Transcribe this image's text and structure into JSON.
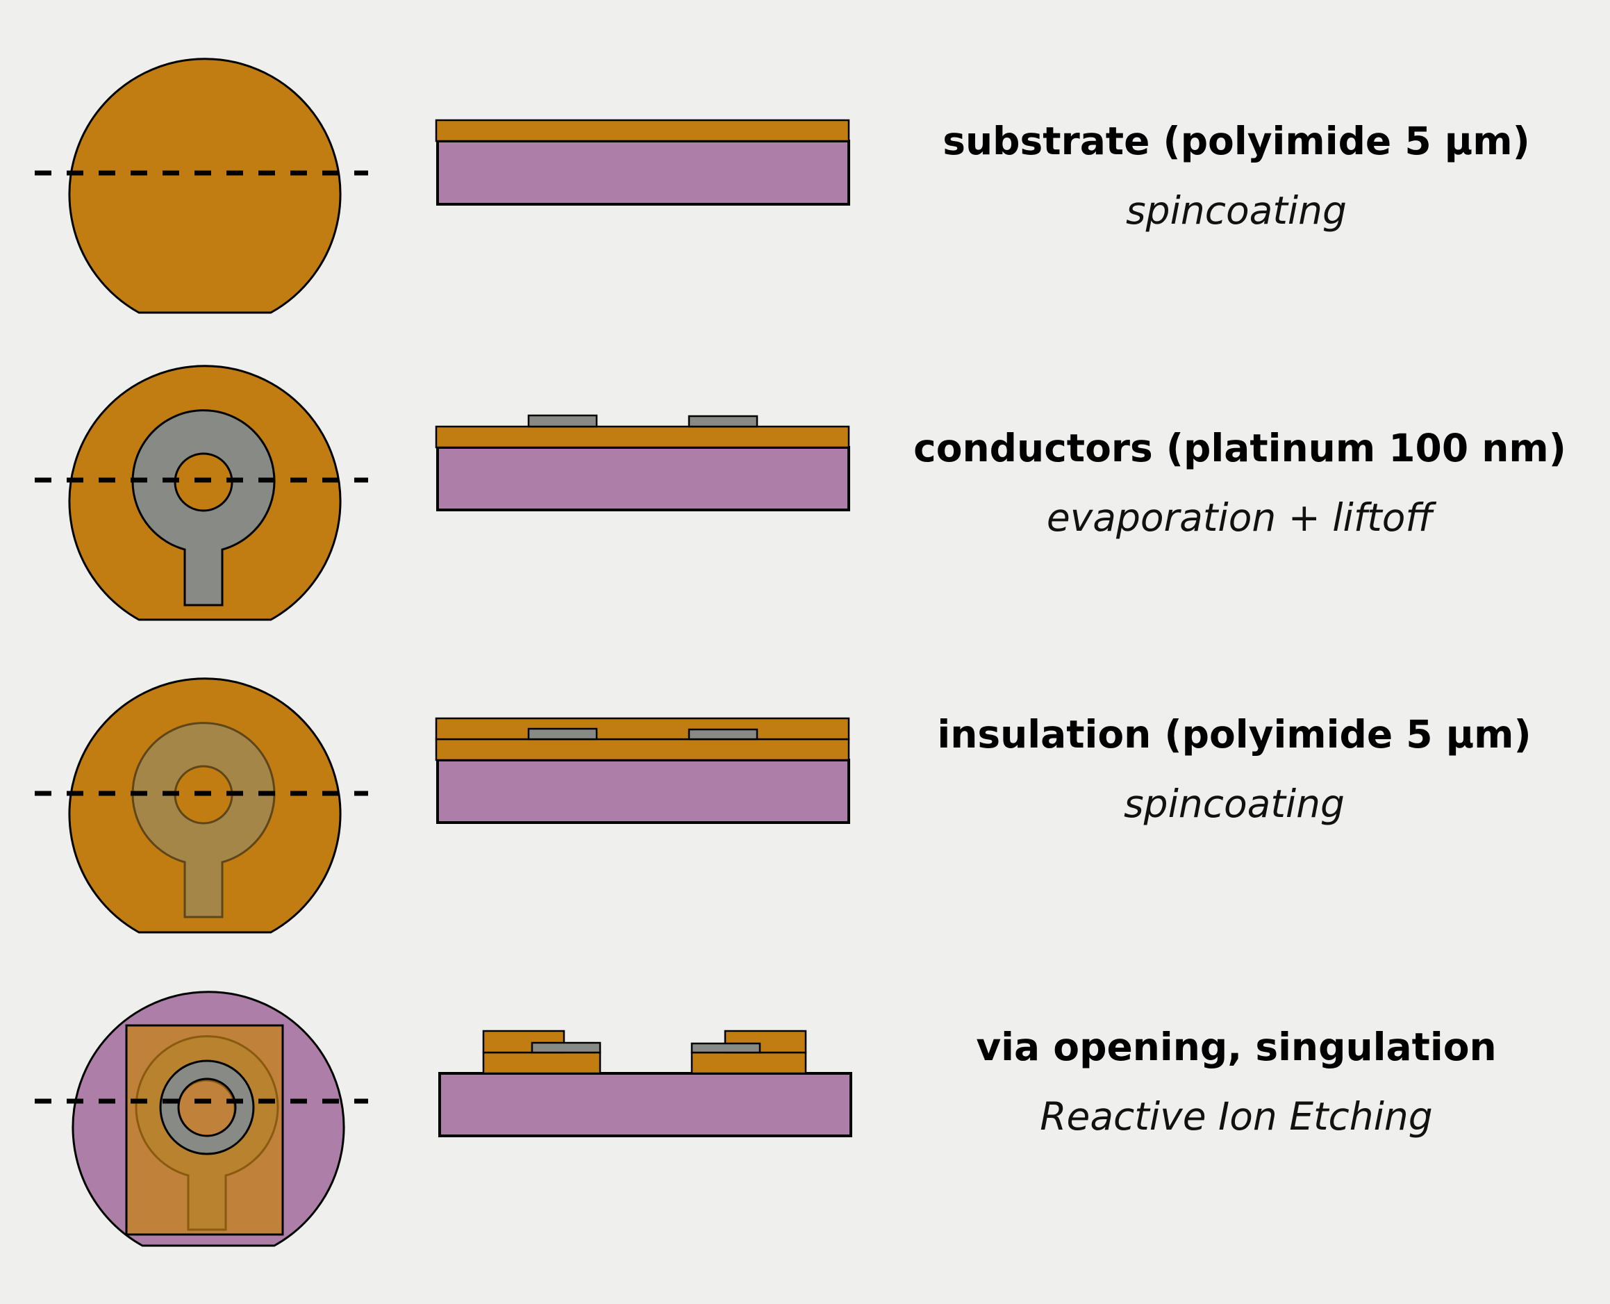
{
  "colors": {
    "background": "#efefed",
    "polyimide": "#c17d12",
    "carrier": "#ad7fa8",
    "platinum": "#888a85",
    "outline": "#000000"
  },
  "steps": [
    {
      "title": "substrate (polyimide 5 µm)",
      "method": "spincoating"
    },
    {
      "title": "conductors (platinum 100 nm)",
      "method": "evaporation + liftoff"
    },
    {
      "title": "insulation (polyimide 5 µm)",
      "method": "spincoating"
    },
    {
      "title": "via opening, singulation",
      "method": "Reactive Ion Etching"
    }
  ]
}
